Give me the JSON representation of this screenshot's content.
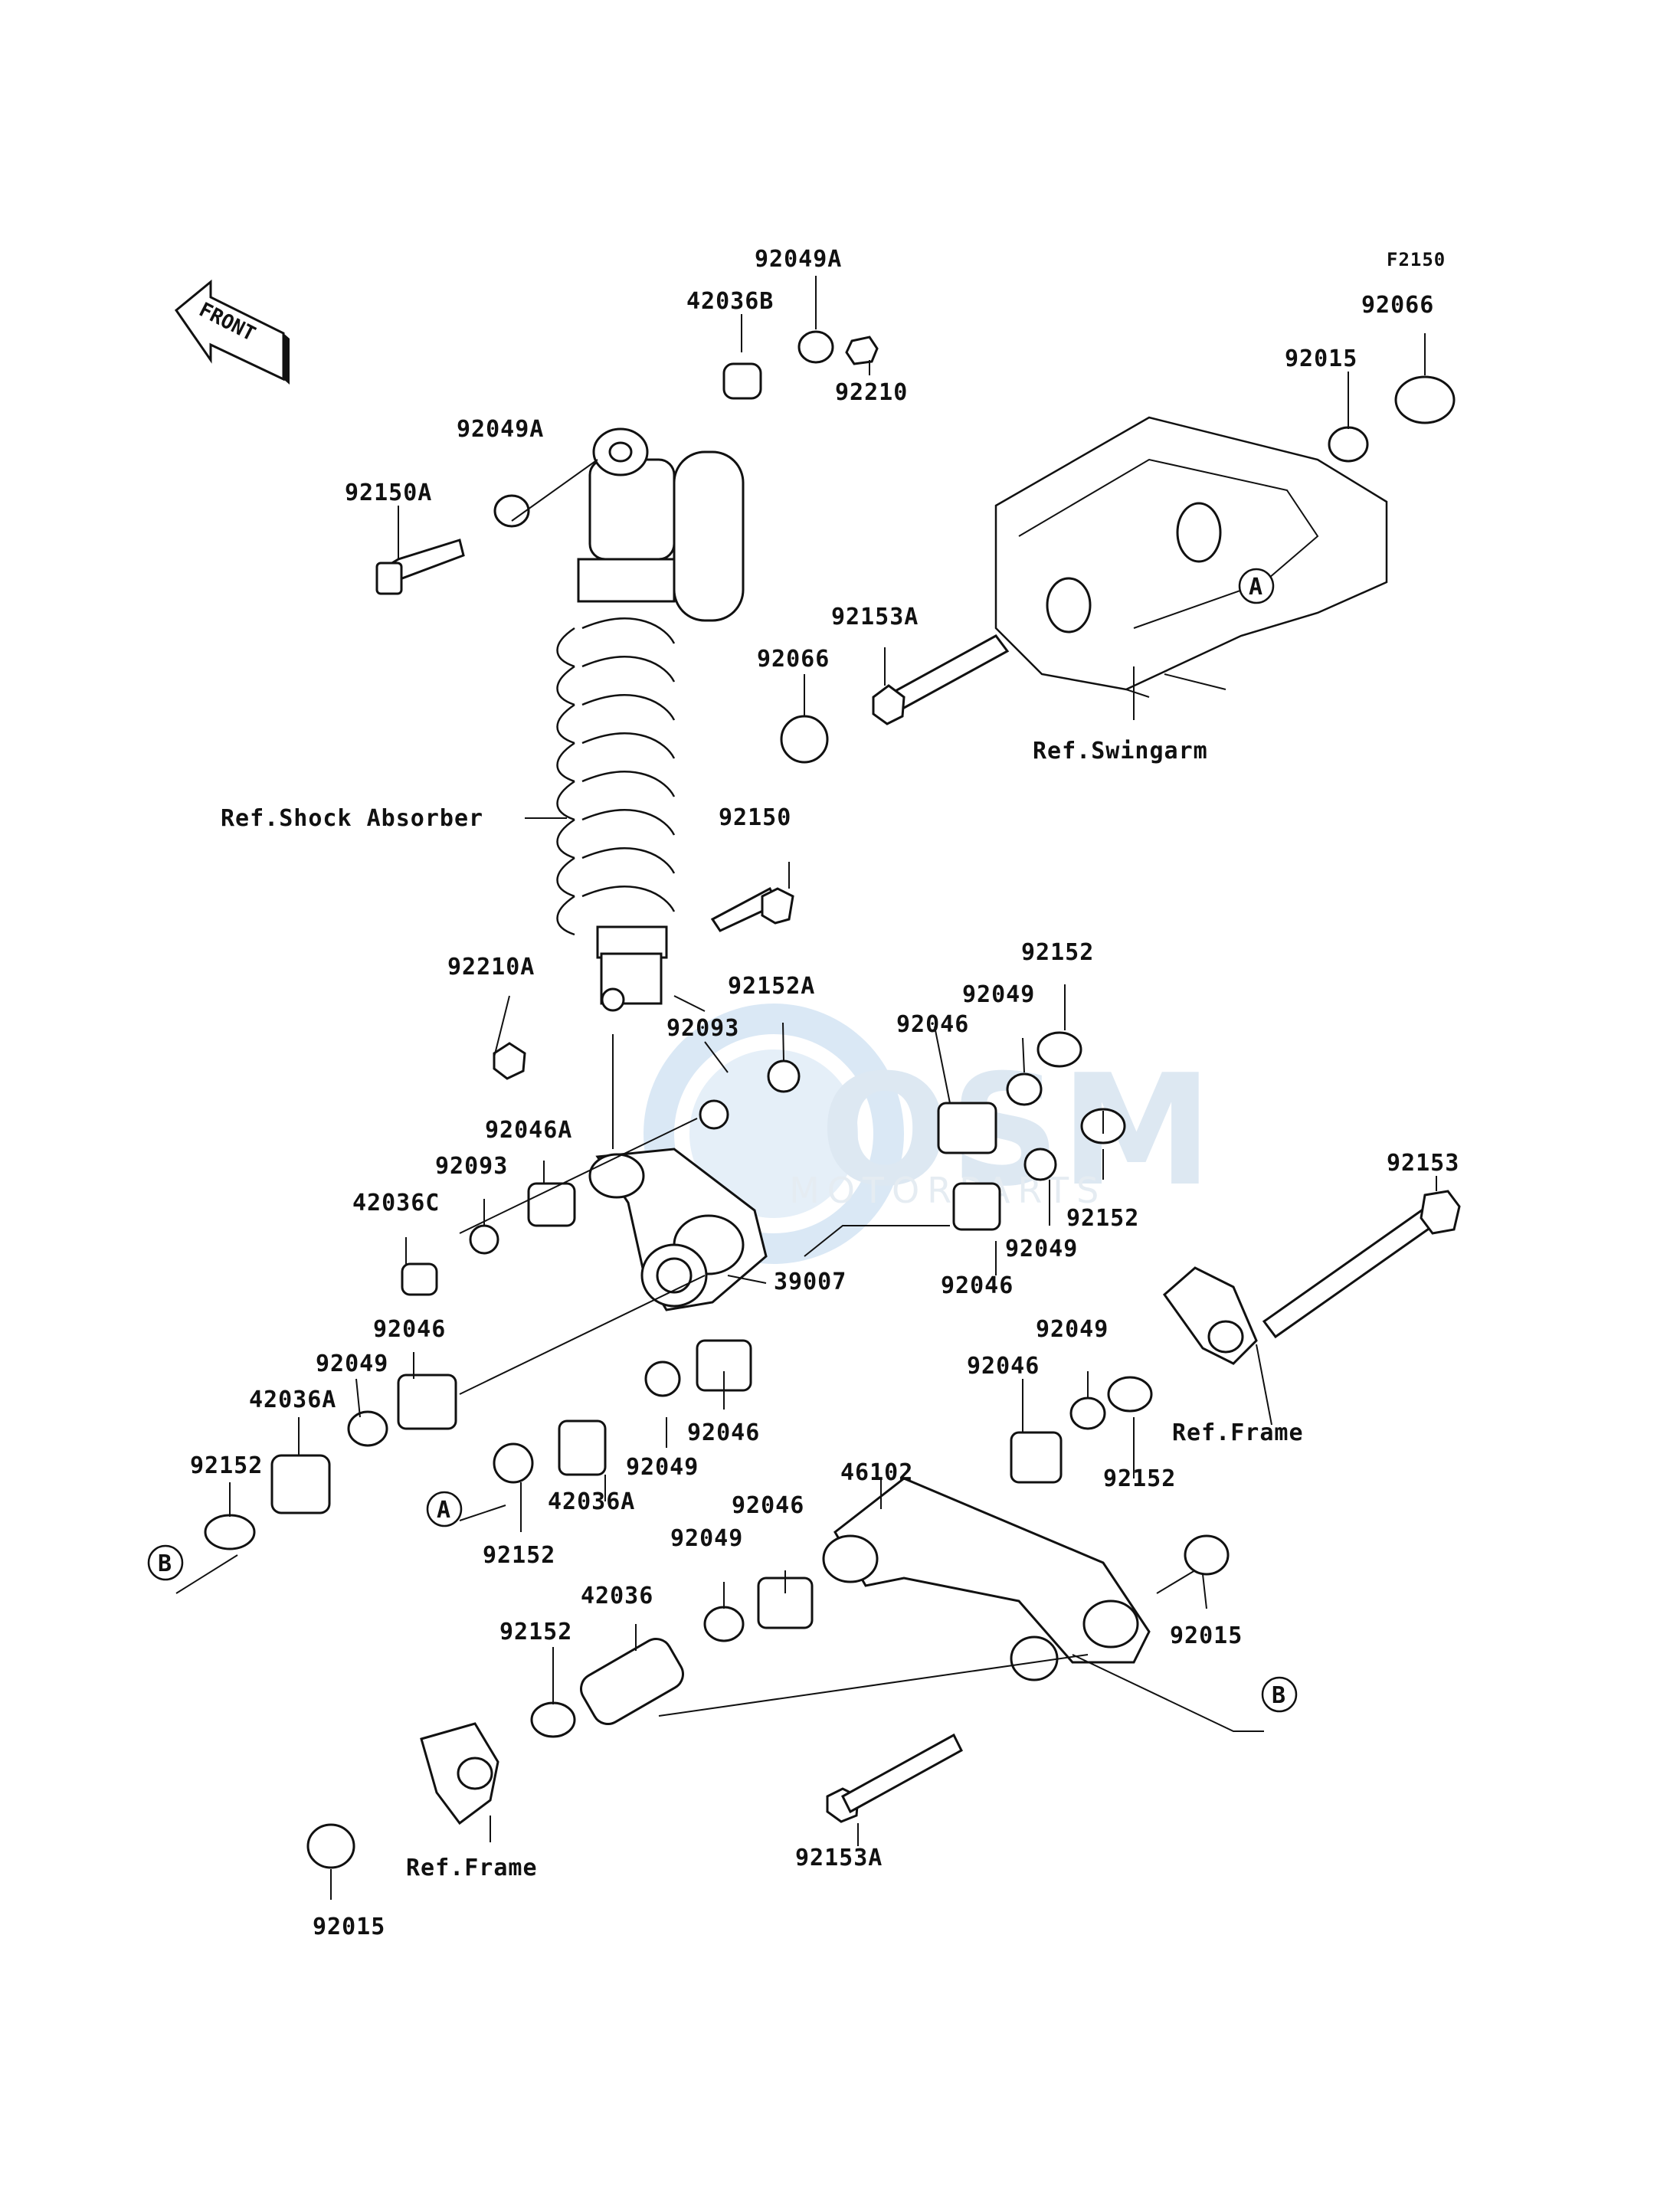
{
  "figure_id": "F2150",
  "front_arrow": {
    "text": "FRONT"
  },
  "watermark": {
    "main": "OSM",
    "sub": "MOTORPARTS"
  },
  "circle_markers": [
    "A",
    "B"
  ],
  "labels": {
    "p92049A_top": "92049A",
    "p42036B": "42036B",
    "p92210": "92210",
    "p92049A": "92049A",
    "p92150A": "92150A",
    "p92015_top": "92015",
    "p92066_top": "92066",
    "p92153A_top": "92153A",
    "p92066_mid": "92066",
    "refSwingarm": "Ref.Swingarm",
    "refShock": "Ref.Shock Absorber",
    "p92150": "92150",
    "p92152_r1": "92152",
    "p92210A": "92210A",
    "p92152A": "92152A",
    "p92049_r1": "92049",
    "p92046_r1": "92046",
    "p92093_a": "92093",
    "p92046A": "92046A",
    "p92093_b": "92093",
    "p92152_r2": "92152",
    "p92049_r2": "92049",
    "p92046_r2": "92046",
    "p42036C": "42036C",
    "p39007": "39007",
    "p92153": "92153",
    "p92046_l": "92046",
    "p92049_l": "92049",
    "p42036A_l": "42036A",
    "p92152_l": "92152",
    "p92046_c": "92046",
    "p92049_c": "92049",
    "p42036A_c": "42036A",
    "p92152_c": "92152",
    "p92049_rf": "92049",
    "p92046_rf": "92046",
    "p92152_rf": "92152",
    "refFrame_r": "Ref.Frame",
    "p46102": "46102",
    "p92046_b": "92046",
    "p92049_b": "92049",
    "p42036": "42036",
    "p92152_b": "92152",
    "p92015_r": "92015",
    "p92153A_b": "92153A",
    "refFrame_l": "Ref.Frame",
    "p92015_b": "92015"
  }
}
